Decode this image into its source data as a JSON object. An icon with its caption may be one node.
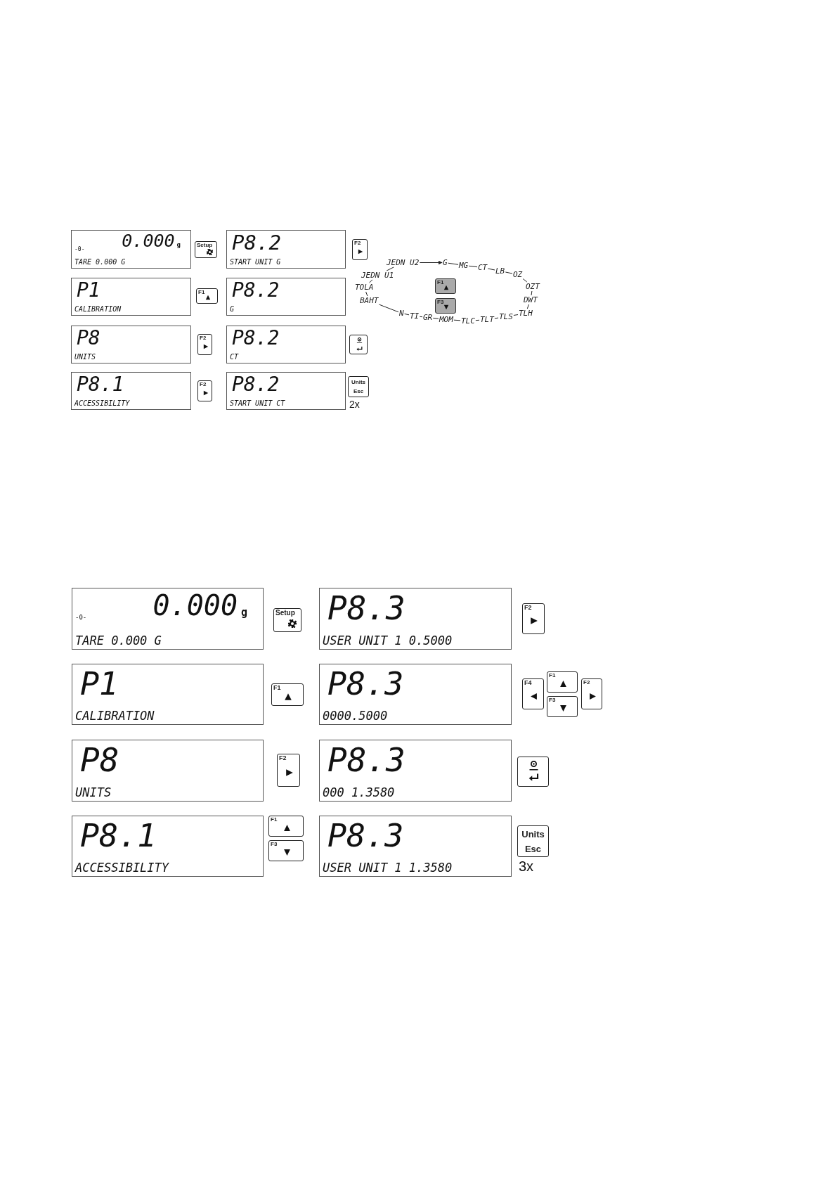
{
  "diagram": {
    "nodes": [
      {
        "text": [
          "-0-",
          "0.000",
          "g",
          "TARE 0.000 G"
        ]
      },
      {
        "text": [
          "Setup"
        ]
      },
      {
        "text": [
          "P8.2",
          "START UNIT G"
        ]
      },
      {
        "text": [
          "F2"
        ]
      },
      {
        "text": [
          "P1",
          "CALIBRATION"
        ]
      },
      {
        "text": [
          "F1"
        ]
      },
      {
        "text": [
          "P8.2",
          "G"
        ]
      },
      {
        "text": [
          "P8",
          "UNITS"
        ]
      },
      {
        "text": [
          "F2"
        ]
      },
      {
        "text": [
          "P8.2",
          "CT"
        ]
      },
      {
        "text": [],
        "shape": "box"
      },
      {
        "text": [
          "P8.1",
          "ACCESSIBILITY"
        ]
      },
      {
        "text": [
          "F2"
        ]
      },
      {
        "text": [
          "P8.2",
          "START UNIT CT"
        ]
      },
      {
        "text": [
          "Units",
          "Esc"
        ],
        "beside": [
          "2x"
        ]
      },
      {
        "text": [
          "JEDN U2"
        ]
      },
      {
        "text": [
          "G"
        ]
      },
      {
        "text": [
          "MG"
        ]
      },
      {
        "text": [
          "CT"
        ]
      },
      {
        "text": [
          "LB"
        ]
      },
      {
        "text": [
          "OZ"
        ]
      },
      {
        "text": [
          "OZT"
        ]
      },
      {
        "text": [
          "DWT"
        ]
      },
      {
        "text": [
          "TLH"
        ]
      },
      {
        "text": [
          "TLS"
        ]
      },
      {
        "text": [
          "TLT"
        ]
      },
      {
        "text": [
          "TLC"
        ]
      },
      {
        "text": [
          "MOM"
        ]
      },
      {
        "text": [
          "GR"
        ]
      },
      {
        "text": [
          "TI"
        ]
      },
      {
        "text": [
          "N"
        ]
      },
      {
        "text": [
          "BAHT"
        ]
      },
      {
        "text": [
          "TOLA"
        ]
      },
      {
        "text": [
          "JEDN U1"
        ]
      },
      {
        "text": [
          "F1"
        ]
      },
      {
        "text": [
          "F3"
        ]
      },
      {
        "text": [
          "-0-",
          "0.000",
          "g",
          "TARE 0.000 G"
        ]
      },
      {
        "text": [
          "Setup"
        ]
      },
      {
        "text": [
          "P8.3",
          "USER UNIT 1 0.5000"
        ]
      },
      {
        "text": [
          "F2"
        ]
      },
      {
        "text": [
          "P1",
          "CALIBRATION"
        ]
      },
      {
        "text": [
          "F1"
        ]
      },
      {
        "text": [
          "P8.3",
          "0000.5000"
        ]
      },
      {
        "text": [
          "F4"
        ]
      },
      {
        "text": [
          "F1"
        ]
      },
      {
        "text": [
          "F3"
        ]
      },
      {
        "text": [
          "F2"
        ]
      },
      {
        "text": [
          "P8",
          "UNITS"
        ]
      },
      {
        "text": [
          "F2"
        ]
      },
      {
        "text": [
          "P8.3",
          "000 1.3580"
        ]
      },
      {
        "text": [],
        "shape": "box"
      },
      {
        "text": [
          "P8.1",
          "ACCESSIBILITY"
        ]
      },
      {
        "text": [
          "F1"
        ]
      },
      {
        "text": [
          "F3"
        ]
      },
      {
        "text": [
          "P8.3",
          "USER UNIT 1 1.3580"
        ]
      },
      {
        "text": [
          "Units",
          "Esc"
        ],
        "beside": [
          "3x"
        ]
      }
    ],
    "edges": [
      {
        "from": 15,
        "to": 16,
        "arrow": "to"
      },
      {
        "from": 16,
        "to": 17,
        "arrow": "none"
      },
      {
        "from": 17,
        "to": 18,
        "arrow": "none"
      },
      {
        "from": 18,
        "to": 19,
        "arrow": "none"
      },
      {
        "from": 19,
        "to": 20,
        "arrow": "none"
      },
      {
        "from": 20,
        "to": 21,
        "arrow": "none"
      },
      {
        "from": 21,
        "to": 22,
        "arrow": "none"
      },
      {
        "from": 22,
        "to": 23,
        "arrow": "none"
      },
      {
        "from": 23,
        "to": 24,
        "arrow": "none"
      },
      {
        "from": 24,
        "to": 25,
        "arrow": "none"
      },
      {
        "from": 25,
        "to": 26,
        "arrow": "none"
      },
      {
        "from": 26,
        "to": 27,
        "arrow": "none"
      },
      {
        "from": 27,
        "to": 28,
        "arrow": "none"
      },
      {
        "from": 28,
        "to": 29,
        "arrow": "none"
      },
      {
        "from": 29,
        "to": 30,
        "arrow": "none"
      },
      {
        "from": 30,
        "to": 31,
        "arrow": "none"
      },
      {
        "from": 31,
        "to": 32,
        "arrow": "none"
      },
      {
        "from": 32,
        "to": 33,
        "arrow": "none"
      },
      {
        "from": 33,
        "to": 15,
        "arrow": "none"
      }
    ]
  }
}
